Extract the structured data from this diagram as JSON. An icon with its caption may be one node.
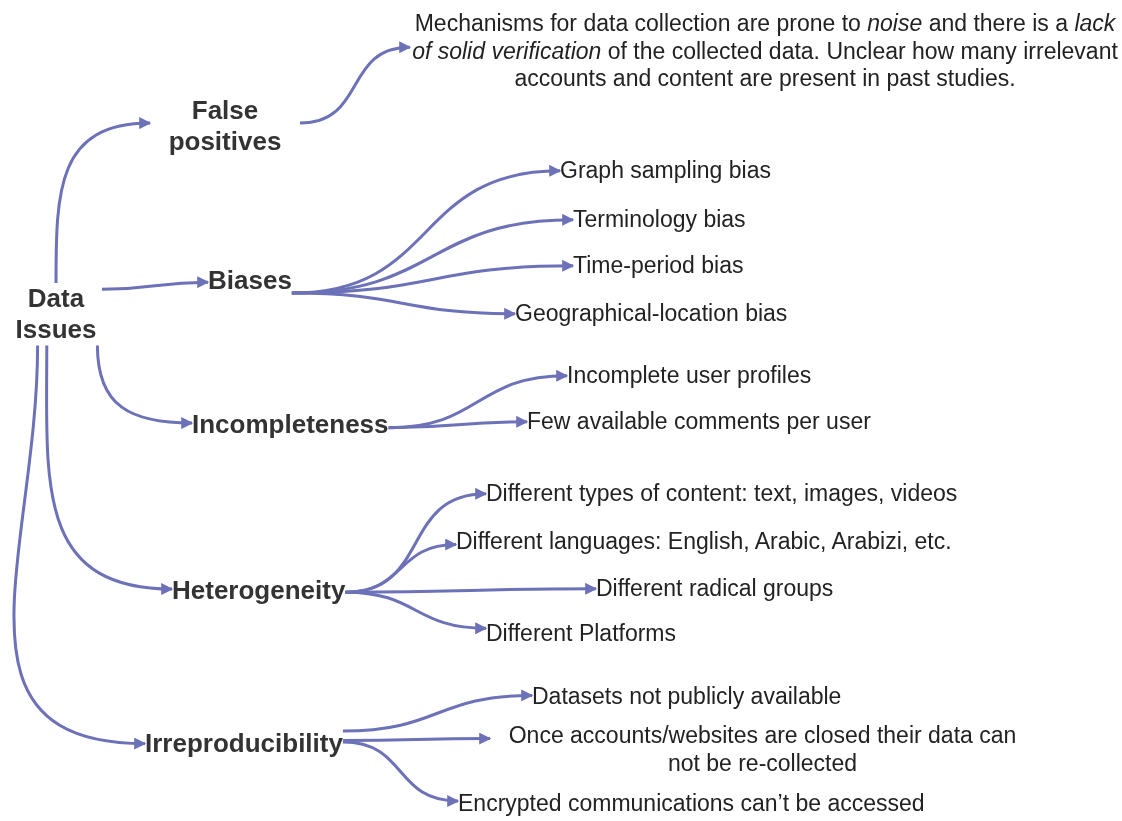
{
  "diagram": {
    "nodes": [
      {
        "text": [
          "Data Issues"
        ]
      },
      {
        "text": [
          "False positives"
        ]
      },
      {
        "text": [
          "Mechanisms for data collection are prone to *noise* and there is a *lack of solid verification* of the collected data. Unclear how many irrelevant accounts and content are present in past studies."
        ]
      },
      {
        "text": [
          "Biases"
        ]
      },
      {
        "text": [
          "Graph sampling bias"
        ]
      },
      {
        "text": [
          "Terminology bias"
        ]
      },
      {
        "text": [
          "Time-period bias"
        ]
      },
      {
        "text": [
          "Geographical-location bias"
        ]
      },
      {
        "text": [
          "Incompleteness"
        ]
      },
      {
        "text": [
          "Incomplete user profiles"
        ]
      },
      {
        "text": [
          "Few available comments per user"
        ]
      },
      {
        "text": [
          "Heterogeneity"
        ]
      },
      {
        "text": [
          "Different types of content: text, images, videos"
        ]
      },
      {
        "text": [
          "Different languages: English, Arabic, Arabizi, etc."
        ]
      },
      {
        "text": [
          "Different radical groups"
        ]
      },
      {
        "text": [
          "Different Platforms"
        ]
      },
      {
        "text": [
          "Irreproducibility"
        ]
      },
      {
        "text": [
          "Datasets not publicly available"
        ]
      },
      {
        "text": [
          "Once accounts/websites are closed their data can not be re-collected"
        ]
      },
      {
        "text": [
          "Encrypted communications can’t be accessed"
        ]
      }
    ],
    "edges": [
      {
        "from": 0,
        "to": 1,
        "arrow": "to"
      },
      {
        "from": 0,
        "to": 3,
        "arrow": "to"
      },
      {
        "from": 0,
        "to": 8,
        "arrow": "to"
      },
      {
        "from": 0,
        "to": 11,
        "arrow": "to"
      },
      {
        "from": 0,
        "to": 16,
        "arrow": "to"
      },
      {
        "from": 1,
        "to": 2,
        "arrow": "to"
      },
      {
        "from": 3,
        "to": 4,
        "arrow": "to"
      },
      {
        "from": 3,
        "to": 5,
        "arrow": "to"
      },
      {
        "from": 3,
        "to": 6,
        "arrow": "to"
      },
      {
        "from": 3,
        "to": 7,
        "arrow": "to"
      },
      {
        "from": 8,
        "to": 9,
        "arrow": "to"
      },
      {
        "from": 8,
        "to": 10,
        "arrow": "to"
      },
      {
        "from": 11,
        "to": 12,
        "arrow": "to"
      },
      {
        "from": 11,
        "to": 13,
        "arrow": "to"
      },
      {
        "from": 11,
        "to": 14,
        "arrow": "to"
      },
      {
        "from": 11,
        "to": 15,
        "arrow": "to"
      },
      {
        "from": 16,
        "to": 17,
        "arrow": "to"
      },
      {
        "from": 16,
        "to": 18,
        "arrow": "to"
      },
      {
        "from": 16,
        "to": 19,
        "arrow": "to"
      }
    ]
  }
}
